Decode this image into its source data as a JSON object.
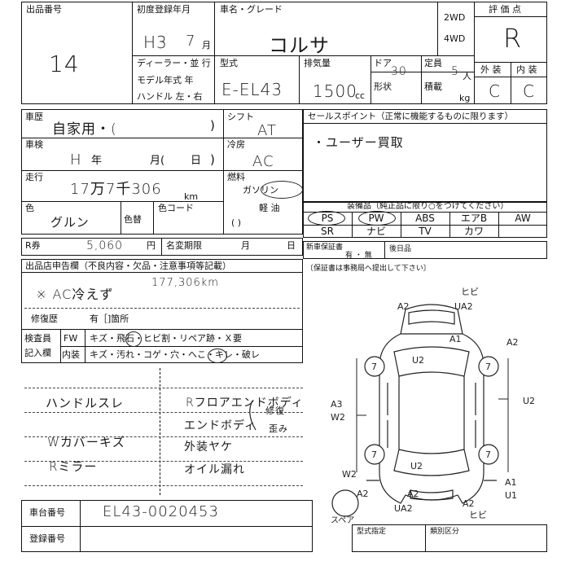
{
  "lot": {
    "label": "出品番号",
    "value": "14"
  },
  "first_reg": {
    "label": "初度登録年月",
    "era": "H3",
    "month": "7",
    "month_unit": "月"
  },
  "name": {
    "label": "車名・グレード",
    "value": "コルサ"
  },
  "drive": {
    "two": "2WD",
    "four": "4WD"
  },
  "grade": {
    "label": "評 価 点",
    "value": "R",
    "exterior_label": "外 装",
    "interior_label": "内 装",
    "exterior": "C",
    "interior": "C"
  },
  "dealer_row": {
    "dealer": "ディーラー・並 行",
    "model_year": "モデル年式   年",
    "handle": "ハンドル 左・右"
  },
  "model": {
    "label": "型式",
    "value": "E-EL43"
  },
  "displacement": {
    "label": "排気量",
    "value": "1500",
    "unit": "cc"
  },
  "door": {
    "label": "ドア",
    "value": "30"
  },
  "capacity": {
    "label": "定員",
    "value": "5",
    "unit": "人"
  },
  "shape": {
    "label": "形状"
  },
  "load": {
    "label": "積載",
    "unit": "kg"
  },
  "history": {
    "label": "車歴",
    "value": "自家用・(",
    "close": ")"
  },
  "shift": {
    "label": "シフト",
    "value": "AT"
  },
  "ac": {
    "label": "冷房",
    "value": "AC"
  },
  "fuel": {
    "label": "燃料",
    "gasoline": "ガソリン",
    "diesel": "軽 油",
    "paren": "(           )"
  },
  "inspection": {
    "label": "車検",
    "value": "H",
    "year": "年",
    "month": "月(",
    "day": "日",
    "close": ")"
  },
  "mileage": {
    "label": "走行",
    "value": "17万7千306",
    "unit": "km"
  },
  "color": {
    "label": "色",
    "value": "グルン",
    "change_label": "色替",
    "code_label": "色コード"
  },
  "sales_point": {
    "label": "セールスポイント（正常に機能するものに限ります）",
    "note": "・ユーザー買取"
  },
  "equipment": {
    "label": "装備品（純正品に限り○をつけてください）",
    "row1": [
      "PS",
      "PW",
      "ABS",
      "エアB",
      "AW"
    ],
    "row2": [
      "SR",
      "ナビ",
      "TV",
      "カワ",
      ""
    ]
  },
  "recycle": {
    "label": "R券",
    "value": "5,060",
    "unit": "円"
  },
  "name_change": {
    "label": "名変期限",
    "month": "月",
    "day": "日"
  },
  "new_warranty": {
    "label": "新車保証書",
    "options": "有 ・ 無"
  },
  "next_day": {
    "label": "後日品"
  },
  "warranty_note": "〔保証書は事務局へ提出して下さい〕",
  "declaration": {
    "label": "出品店申告欄（不良内容・欠品・注意事項等記載）",
    "line1": "※ AC冷えず",
    "meter": "177,306km"
  },
  "repair": {
    "label": "修復歴",
    "value": "有［]箇所"
  },
  "inspector": {
    "label1": "検査員",
    "label2": "記入欄",
    "fw": "FW",
    "fw_items": "キズ・飛石・ヒビ割・リペア跡・Ｘ要",
    "in": "内装",
    "in_items": "キズ・汚れ・コゲ・穴・へこ・キレ・破レ"
  },
  "notes": {
    "left": [
      "ハンドルスレ",
      "Wカバーキズ",
      "Rミラー"
    ],
    "right": [
      "Rフロアエンドボディ",
      "エンドボディ",
      "外装ヤケ",
      "オイル漏れ"
    ],
    "side": [
      "修復",
      "歪み"
    ]
  },
  "diagram": {
    "spare": "スペア",
    "marks": [
      "A2",
      "ヒビ",
      "UA2",
      "A1",
      "A2",
      "U2",
      "A3",
      "W2",
      "U2",
      "A2",
      "A2",
      "UA2",
      "ヒビ",
      "A2",
      "A1",
      "U1",
      "W2",
      "U2",
      "7",
      "7",
      "7",
      "7"
    ]
  },
  "chassis": {
    "label": "車台番号",
    "value": "EL43-0020453"
  },
  "registration": {
    "label": "登録番号"
  },
  "type_desig": {
    "label": "型式指定"
  },
  "class_no": {
    "label": "類別区分"
  }
}
